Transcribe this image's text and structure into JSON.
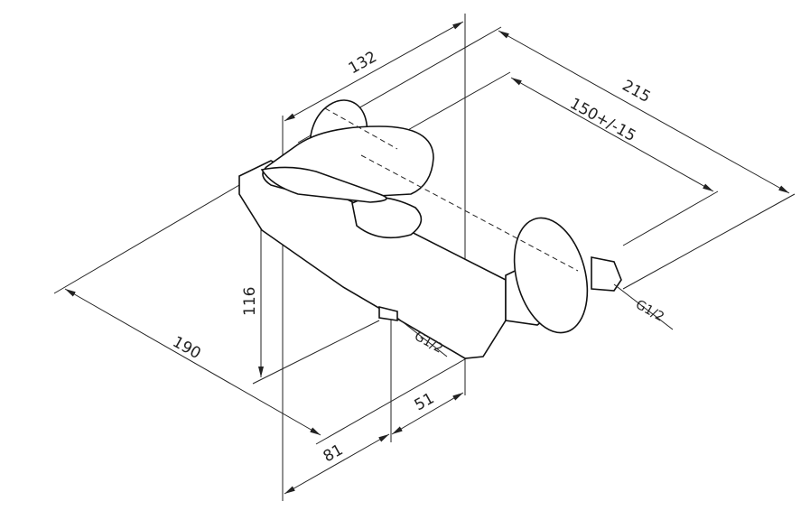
{
  "dimensions": {
    "width_top": "132",
    "depth_total": "215",
    "center_distance": "150+/-15",
    "height": "116",
    "length": "190",
    "outlet_offset": "81",
    "outlet_to_wall": "51"
  },
  "thread_labels": {
    "outlet": "G1/2",
    "inlet": "G1/2"
  }
}
